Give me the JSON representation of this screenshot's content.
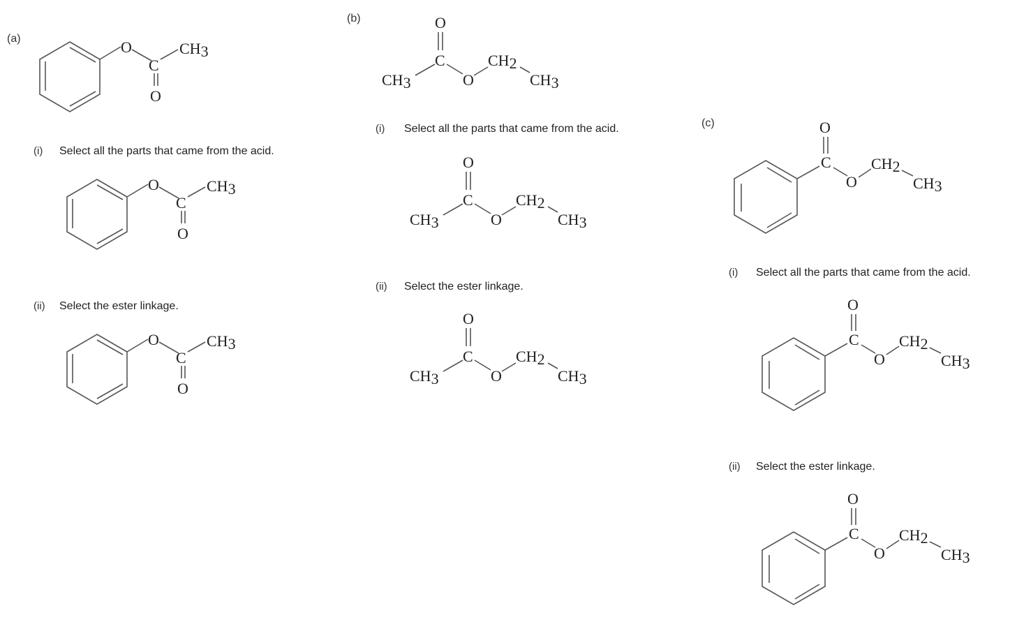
{
  "parts": [
    {
      "label": "(a)",
      "questions": [
        {
          "num": "(i)",
          "text": "Select all the parts that came from the acid."
        },
        {
          "num": "(ii)",
          "text": "Select the ester linkage."
        }
      ]
    },
    {
      "label": "(b)",
      "questions": [
        {
          "num": "(i)",
          "text": "Select all the parts that came from the acid."
        },
        {
          "num": "(ii)",
          "text": "Select the ester linkage."
        }
      ]
    },
    {
      "label": "(c)",
      "questions": [
        {
          "num": "(i)",
          "text": "Select all the parts that came from the acid."
        },
        {
          "num": "(ii)",
          "text": "Select the ester linkage."
        }
      ]
    }
  ],
  "atoms": {
    "O": "O",
    "C": "C",
    "CH3": "CH",
    "CH2": "CH",
    "sub3": "3",
    "sub2": "2"
  }
}
